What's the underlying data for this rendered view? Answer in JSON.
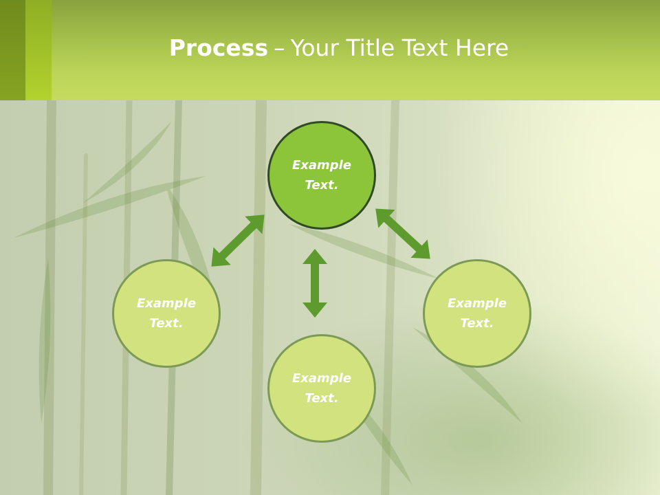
{
  "title": {
    "bold": "Process",
    "separator": "–",
    "rest": "Your Title Text Here"
  },
  "nodes": {
    "top": "Example\nText.",
    "left": "Example\nText.",
    "right": "Example\nText.",
    "bottom": "Example\nText."
  },
  "colors": {
    "header": "#c4da5e",
    "node_main_fill": "#8cc43a",
    "node_main_border": "#2f4a24",
    "node_fill": "#d1e27f",
    "node_border": "#7c9a55",
    "arrow": "#5d9b2f"
  }
}
